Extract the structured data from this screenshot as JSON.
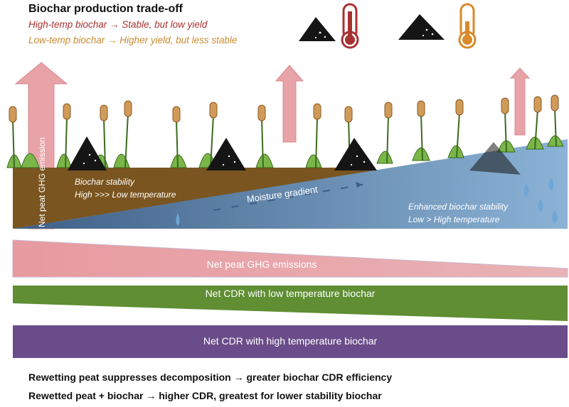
{
  "header": {
    "title": "Biochar production trade-off",
    "line_high": "High-temp biochar → Stable, but low yield",
    "line_low": "Low-temp biochar → Higher yield, but less stable"
  },
  "scene": {
    "arrow_label": "Net peat GHG emission",
    "left_label_1": "Biochar stability",
    "left_label_2": "High >>> Low temperature",
    "gradient_label": "Moisture gradient",
    "right_label_1": "Enhanced biochar stability",
    "right_label_2": "Low > High temperature"
  },
  "bands": {
    "ghg": "Net peat GHG emissions",
    "low_temp": "Net CDR with low temperature biochar",
    "high_temp": "Net CDR with high temperature biochar"
  },
  "footer": {
    "line1": "Rewetting peat suppresses decomposition → greater biochar CDR efficiency",
    "line2": "Rewetted peat + biochar → higher CDR, greatest for lower stability biochar"
  },
  "colors": {
    "high_temp": "#a83232",
    "low_temp": "#c98a2e",
    "peat": "#7a5520",
    "water": "#6f97bd",
    "ghg_band": "#e3a2a6",
    "low_temp_band": "#5f8e33",
    "high_temp_band": "#6a4c8a"
  }
}
